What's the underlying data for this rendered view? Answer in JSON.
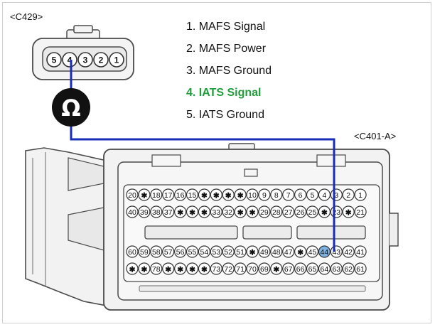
{
  "connectors": {
    "sensor": {
      "label": "<C429>",
      "pins": [
        "5",
        "4",
        "3",
        "2",
        "1"
      ]
    },
    "ecu": {
      "label": "<C401-A>",
      "rows": [
        [
          "20",
          "✱",
          "18",
          "17",
          "16",
          "15",
          "✱",
          "✱",
          "✱",
          "✱",
          "10",
          "9",
          "8",
          "7",
          "6",
          "5",
          "4",
          "3",
          "2",
          "1"
        ],
        [
          "40",
          "39",
          "38",
          "37",
          "✱",
          "✱",
          "✱",
          "33",
          "32",
          "✱",
          "✱",
          "29",
          "28",
          "27",
          "26",
          "25",
          "✱",
          "23",
          "✱",
          "21"
        ],
        [
          "60",
          "59",
          "58",
          "57",
          "56",
          "55",
          "54",
          "53",
          "52",
          "51",
          "✱",
          "49",
          "48",
          "47",
          "✱",
          "45",
          "44",
          "43",
          "42",
          "41"
        ],
        [
          "✱",
          "✱",
          "78",
          "✱",
          "✱",
          "✱",
          "✱",
          "73",
          "72",
          "71",
          "70",
          "69",
          "✱",
          "67",
          "66",
          "65",
          "64",
          "63",
          "62",
          "61"
        ]
      ]
    }
  },
  "legend": [
    {
      "text": "1. MAFS Signal",
      "highlight": false
    },
    {
      "text": "2. MAFS Power",
      "highlight": false
    },
    {
      "text": "3. MAFS Ground",
      "highlight": false
    },
    {
      "text": "4. IATS Signal",
      "highlight": true
    },
    {
      "text": "5. IATS Ground",
      "highlight": false
    }
  ],
  "meter": {
    "symbol": "Ω",
    "icon": "ohmmeter-icon"
  },
  "colors": {
    "wire": "#1a2db8",
    "highlight_text": "#1f9e3a",
    "pin_highlight": "#7fb2e0",
    "housing": "#f2f2f2",
    "outline": "#4a4a4a"
  }
}
